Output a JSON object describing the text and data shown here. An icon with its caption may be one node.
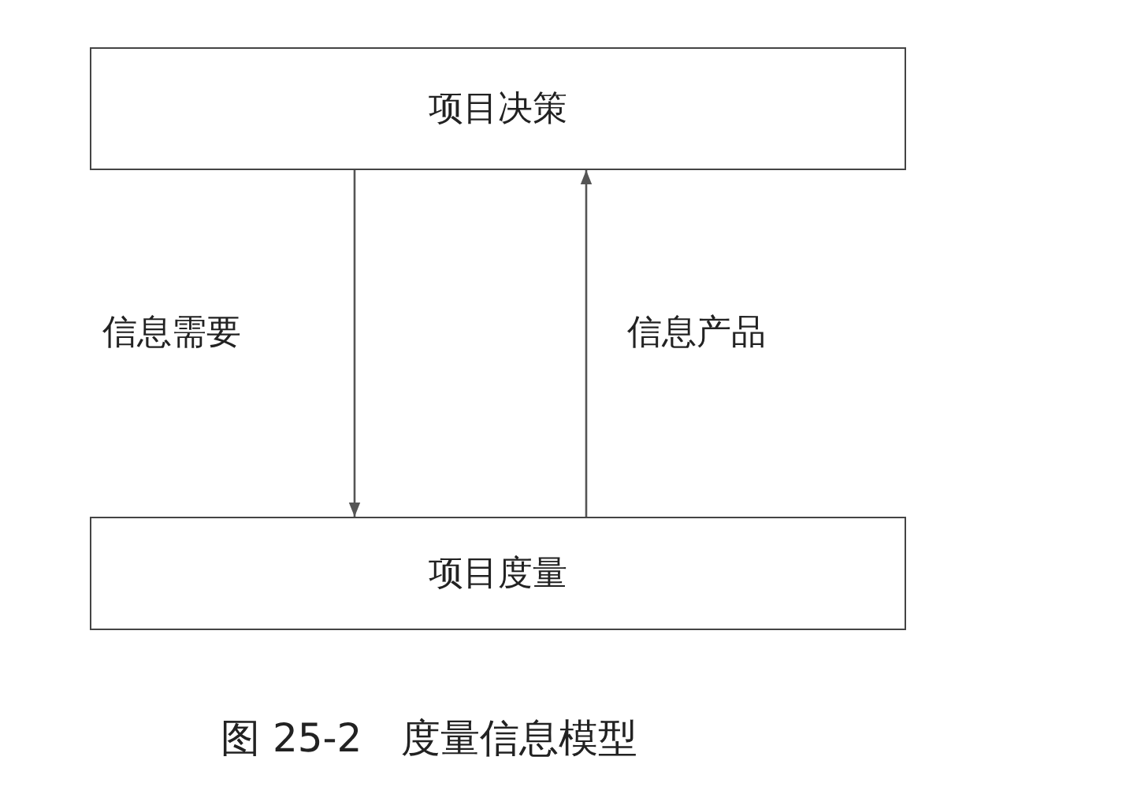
{
  "diagram": {
    "caption": "图 25-2　度量信息模型",
    "nodes": [
      {
        "text": [
          "项目决策"
        ]
      },
      {
        "text": [
          "项目度量"
        ]
      }
    ],
    "edges": [
      {
        "from": 0,
        "to": 1,
        "arrow": "to",
        "label": "信息需要"
      },
      {
        "from": 1,
        "to": 0,
        "arrow": "to",
        "label": "信息产品"
      }
    ]
  }
}
